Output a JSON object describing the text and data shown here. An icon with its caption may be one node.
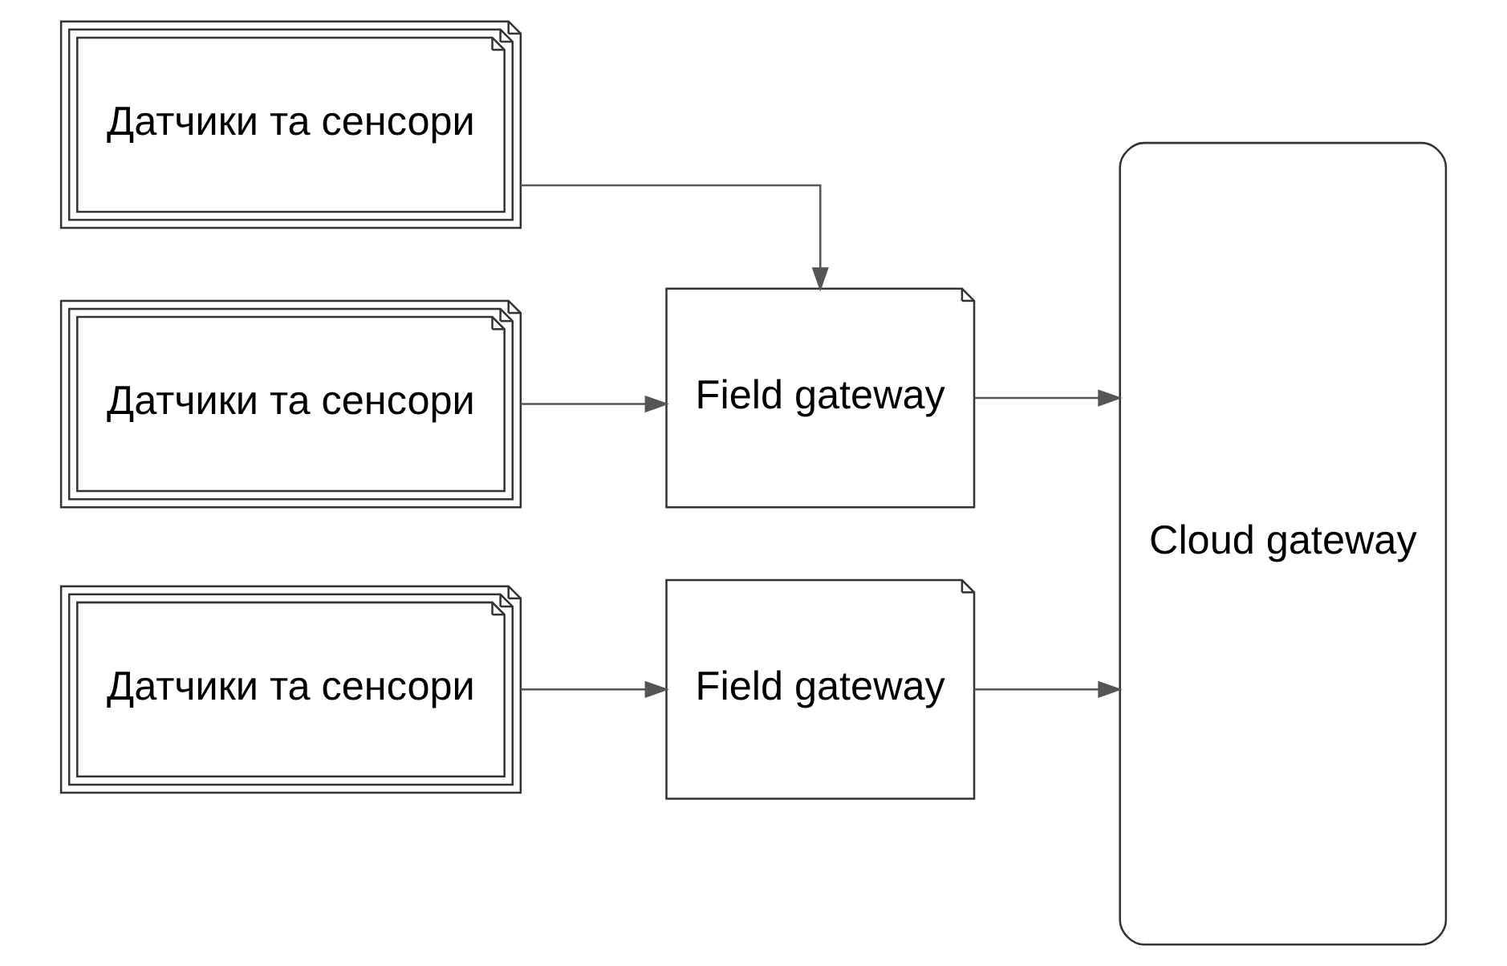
{
  "diagram": {
    "nodes": [
      {
        "text": [
          "Датчики та сенсори"
        ]
      },
      {
        "text": [
          "Датчики та сенсори"
        ]
      },
      {
        "text": [
          "Датчики та сенсори"
        ]
      },
      {
        "text": [
          "Field gateway"
        ]
      },
      {
        "text": [
          "Field gateway"
        ]
      },
      {
        "text": [
          "Cloud gateway"
        ]
      }
    ],
    "edges": [
      {
        "from": 0,
        "to": 3,
        "arrow": "to"
      },
      {
        "from": 1,
        "to": 3,
        "arrow": "to"
      },
      {
        "from": 2,
        "to": 4,
        "arrow": "to"
      },
      {
        "from": 3,
        "to": 5,
        "arrow": "to"
      },
      {
        "from": 4,
        "to": 5,
        "arrow": "to"
      }
    ]
  }
}
